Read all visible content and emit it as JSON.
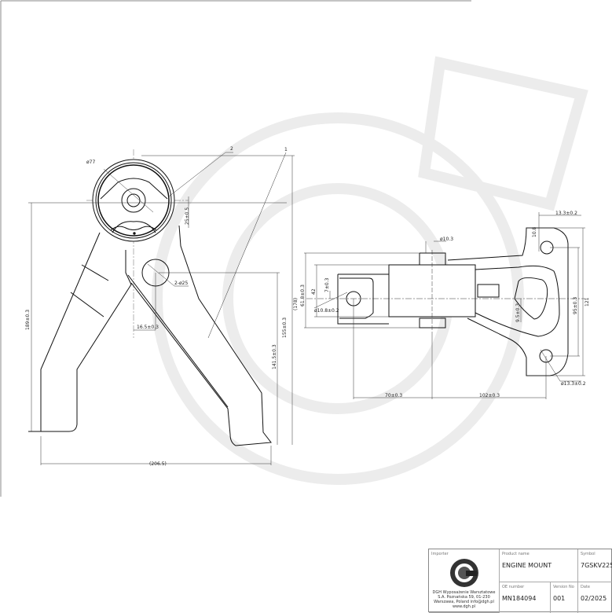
{
  "drawing": {
    "front_view": {
      "balloons": [
        "2",
        "1"
      ],
      "dimensions": {
        "bush_diameter": "ø77",
        "offset_vertical": "25±0.5",
        "hole": "2-ø25",
        "hole_offset": "16.5±0.3",
        "overall_height_left": "189±0.3",
        "overall_width": "(206.5)",
        "hole_height": "141.5±0.3",
        "center_height": "155±0.3",
        "overall_height": "(178)"
      }
    },
    "side_view": {
      "dimensions": {
        "flange_offset": "13.3±0.2",
        "flange_top": "10.8",
        "stud_diameter": "ø10.3",
        "body_height": "61.8±0.3",
        "bracket_height": "42",
        "bracket_offset": "7±0.3",
        "bracket_hole": "ø10.8±0.2",
        "stud_offset": "9.5±0.3",
        "bolt_spacing": "95±0.3",
        "flange_height": "121",
        "bolt_hole": "ø13.3±0.2",
        "left_length": "70±0.3",
        "right_length": "102±0.3"
      }
    }
  },
  "title_block": {
    "importer_label": "Importer",
    "importer_text": "DGH Wyposażenie Warsztatowe S.A. Poznańska 59, 01-230 Warszawa, Poland info@dgh.pl www.dgh.pl",
    "product_name_label": "Product name",
    "product_name": "ENGINE MOUNT",
    "symbol_label": "Symbol",
    "symbol": "7GSKV225",
    "oe_number_label": "OE number",
    "oe_number": "MN184094",
    "version_label": "Version No",
    "version": "001",
    "date_label": "Date",
    "date": "02/2025"
  }
}
